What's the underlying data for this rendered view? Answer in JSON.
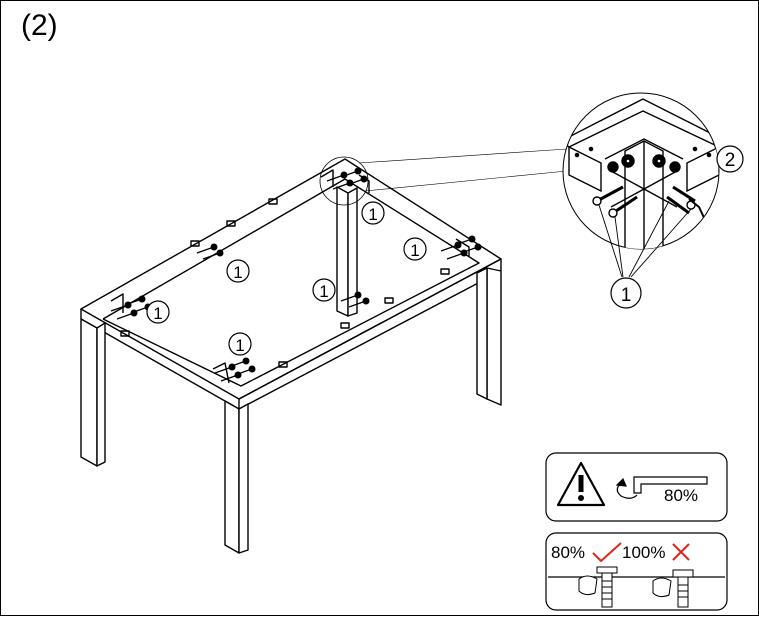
{
  "step_label": "(2)",
  "callout_label_bolt": "1",
  "callout_label_wrench": "2",
  "warning_box": {
    "icon": "warning-triangle-icon",
    "torque": "80%"
  },
  "tighten_box": {
    "good_label": "80%",
    "bad_label": "100%",
    "good_mark_color": "#e0261c",
    "bad_mark_color": "#e0261c"
  }
}
